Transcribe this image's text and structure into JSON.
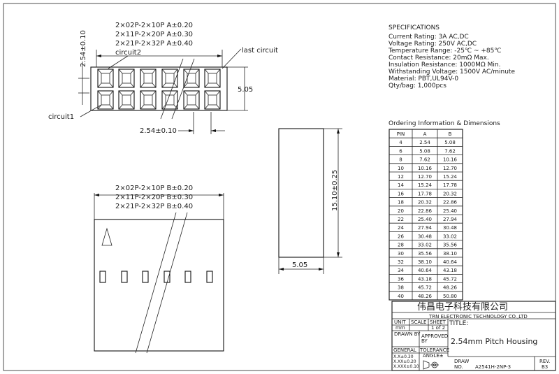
{
  "top_view": {
    "dim_lines": [
      "2×02P-2×10P  A±0.20",
      "2×11P-2×20P  A±0.30",
      "2×21P-2×32P  A±0.40"
    ],
    "circuit2": "circuit2",
    "circuit1": "circuit1",
    "last_circuit": "last circuit",
    "pitch_vertical": "2.54±0.10",
    "pitch_horizontal": "2.54±0.10",
    "height": "5.05"
  },
  "front_view": {
    "dim_lines": [
      "2×02P-2×10P  B±0.20",
      "2×11P-2×20P  B±0.30",
      "2×21P-2×32P  B±0.40"
    ]
  },
  "side_view": {
    "height": "15.10±0.25",
    "width": "5.05"
  },
  "specifications": {
    "title": "SPECIFICATIONS",
    "lines": [
      "Current Rating: 3A AC,DC",
      "Voltage Rating: 250V AC,DC",
      "Temperature Range: -25℃ ~ +85℃",
      "Contact Resistance: 20mΩ Max.",
      "Insulation Resistance: 1000MΩ Min.",
      "Withstanding Voltage: 1500V AC/minute",
      "Material: PBT,UL94V-0",
      "Qty/bag: 1,000pcs"
    ]
  },
  "ordering": {
    "title": "Ordering Information & Dimensions",
    "headers": [
      "PIN",
      "A",
      "B"
    ],
    "rows": [
      [
        "4",
        "2.54",
        "5.08"
      ],
      [
        "6",
        "5.08",
        "7.62"
      ],
      [
        "8",
        "7.62",
        "10.16"
      ],
      [
        "10",
        "10.16",
        "12.70"
      ],
      [
        "12",
        "12.70",
        "15.24"
      ],
      [
        "14",
        "15.24",
        "17.78"
      ],
      [
        "16",
        "17.78",
        "20.32"
      ],
      [
        "18",
        "20.32",
        "22.86"
      ],
      [
        "20",
        "22.86",
        "25.40"
      ],
      [
        "22",
        "25.40",
        "27.94"
      ],
      [
        "24",
        "27.94",
        "30.48"
      ],
      [
        "26",
        "30.48",
        "33.02"
      ],
      [
        "28",
        "33.02",
        "35.56"
      ],
      [
        "30",
        "35.56",
        "38.10"
      ],
      [
        "32",
        "38.10",
        "40.64"
      ],
      [
        "34",
        "40.64",
        "43.18"
      ],
      [
        "36",
        "43.18",
        "45.72"
      ],
      [
        "38",
        "45.72",
        "48.26"
      ],
      [
        "40",
        "48.26",
        "50.80"
      ]
    ]
  },
  "title_block": {
    "company_cn": "伟昌电子科技有限公司",
    "company_en": "TRN ELECTRONIC TECHNOLOGY CO.,LTD",
    "unit_label": "UNIT",
    "scale_label": "SCALE",
    "sheet_label": "SHEET",
    "title_label": "TITLE:",
    "unit_value": "mm",
    "sheet_value": "1 of 2",
    "drawn_by": "DRAWN BY",
    "approved_by_1": "APPROVED",
    "approved_by_2": "BY",
    "title_value": "2.54mm Pitch Housing",
    "general": "GENERAL",
    "tolerance": "TOLERANCE",
    "angle": "ANGLE±",
    "tol_lines": [
      "X.X±0.30",
      "X.XX±0.20",
      "X.XXX±0.10"
    ],
    "draw_no_1": "DRAW",
    "draw_no_2": "NO.",
    "draw_no_value": "A2541H-2NP-3",
    "rev_label": "REV.",
    "rev_value": "B3"
  }
}
